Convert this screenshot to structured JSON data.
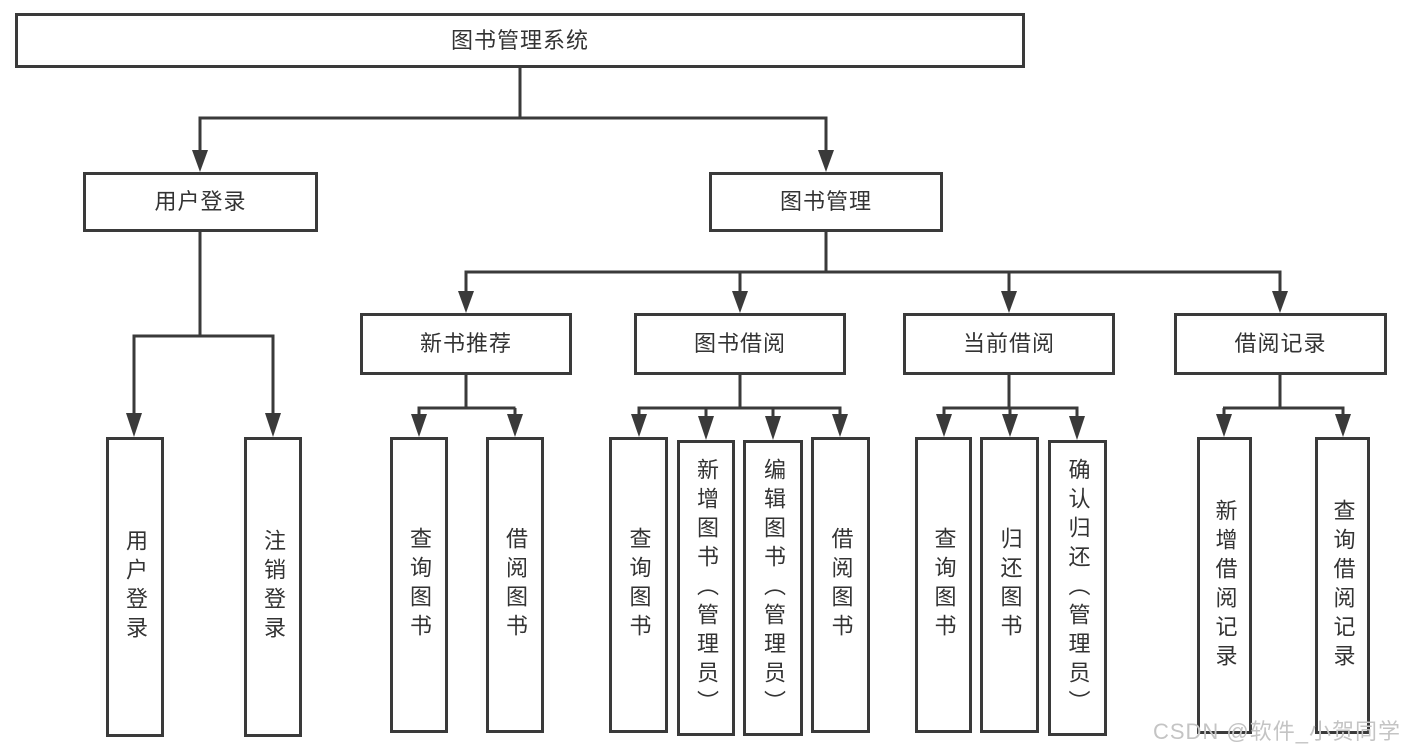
{
  "diagram_title": "图书管理系统",
  "colors": {
    "line": "#3a3a3a",
    "box_border": "#3a3a3a",
    "text": "#333333",
    "watermark": "#c4c4c4",
    "background": "#ffffff"
  },
  "nodes": {
    "root": {
      "label": "图书管理系统"
    },
    "user_login": {
      "label": "用户登录"
    },
    "book_management": {
      "label": "图书管理"
    },
    "new_book_recommend": {
      "label": "新书推荐"
    },
    "book_borrowing": {
      "label": "图书借阅"
    },
    "current_borrowing": {
      "label": "当前借阅"
    },
    "borrowing_records": {
      "label": "借阅记录"
    },
    "leaf_user_login": {
      "label": "用户登录"
    },
    "leaf_logout": {
      "label": "注销登录"
    },
    "leaf_query_books_recommend": {
      "label": "查询图书"
    },
    "leaf_borrow_books_recommend": {
      "label": "借阅图书"
    },
    "leaf_query_books_borrowing": {
      "label": "查询图书"
    },
    "leaf_add_books_admin": {
      "label": "新增图书（管理员）"
    },
    "leaf_edit_books_admin": {
      "label": "编辑图书（管理员）"
    },
    "leaf_borrow_books_borrowing": {
      "label": "借阅图书"
    },
    "leaf_query_books_current": {
      "label": "查询图书"
    },
    "leaf_return_books": {
      "label": "归还图书"
    },
    "leaf_confirm_return_admin": {
      "label": "确认归还（管理员）"
    },
    "leaf_add_borrow_record": {
      "label": "新增借阅记录"
    },
    "leaf_query_borrow_record": {
      "label": "查询借阅记录"
    }
  },
  "watermark": {
    "text": "CSDN @软件_小贺同学"
  }
}
